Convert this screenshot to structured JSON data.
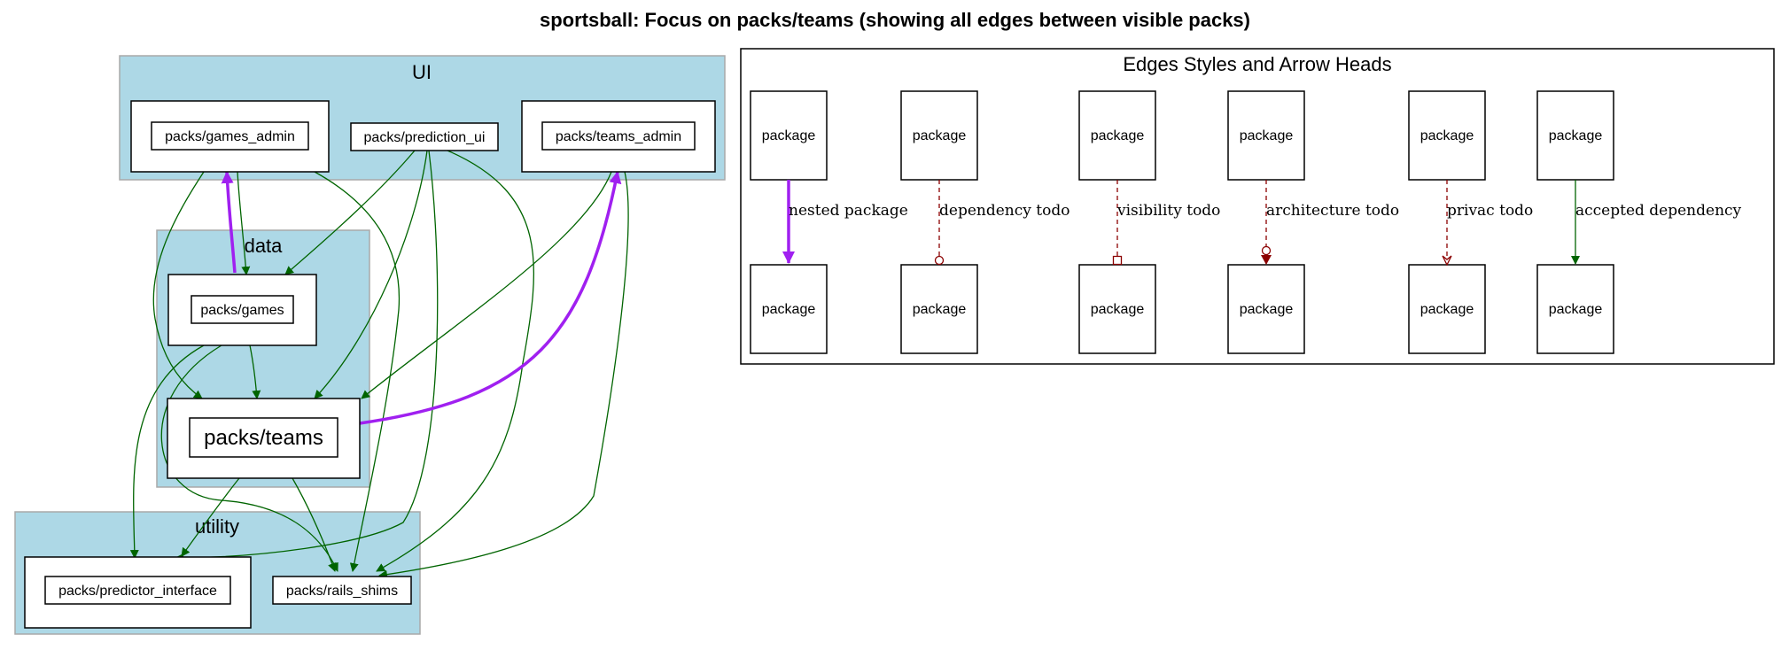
{
  "title": "sportsball: Focus on packs/teams (showing all edges between visible packs)",
  "colors": {
    "cluster_fill": "#add8e6",
    "dependency": "#006400",
    "nested": "#a020f0",
    "todo": "#8b0000"
  },
  "clusters": {
    "ui": "UI",
    "data": "data",
    "utility": "utility"
  },
  "packs": {
    "games_admin": "packs/games_admin",
    "prediction_ui": "packs/prediction_ui",
    "teams_admin": "packs/teams_admin",
    "games": "packs/games",
    "teams": "packs/teams",
    "predictor_interface": "packs/predictor_interface",
    "rails_shims": "packs/rails_shims"
  },
  "legend": {
    "title": "Edges Styles and Arrow Heads",
    "node_label": "package",
    "edges": [
      {
        "label": "nested package",
        "style": "nested"
      },
      {
        "label": "dependency todo",
        "style": "dependency-todo"
      },
      {
        "label": "visibility todo",
        "style": "visibility-todo"
      },
      {
        "label": "architecture todo",
        "style": "architecture-todo"
      },
      {
        "label": "privac todo",
        "style": "privacy-todo"
      },
      {
        "label": "accepted dependency",
        "style": "accepted"
      }
    ]
  }
}
